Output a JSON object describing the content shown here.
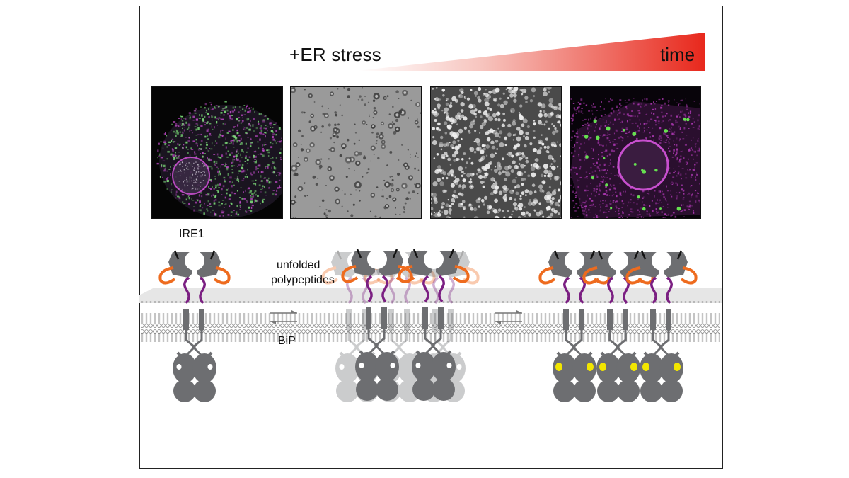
{
  "header": {
    "stress_label": "+ER stress",
    "time_label": "time"
  },
  "panels": [
    {
      "name": "cell-merge-1",
      "style": "merge"
    },
    {
      "name": "droplets-brightfield",
      "style": "brightfield"
    },
    {
      "name": "droplets-fluorescence",
      "style": "fluor"
    },
    {
      "name": "cell-merge-2",
      "style": "merge-clustered"
    }
  ],
  "labels": {
    "ire1": "IRE1",
    "unfolded_line1": "unfolded",
    "unfolded_line2": "polypeptides",
    "bip": "BiP"
  },
  "colors": {
    "protein_gray": "#6d6e71",
    "linker_purple": "#7b1f82",
    "loop_orange": "#ee6b1e",
    "phospho_yellow": "#f2e600",
    "gradient_red": "#e8281c"
  }
}
